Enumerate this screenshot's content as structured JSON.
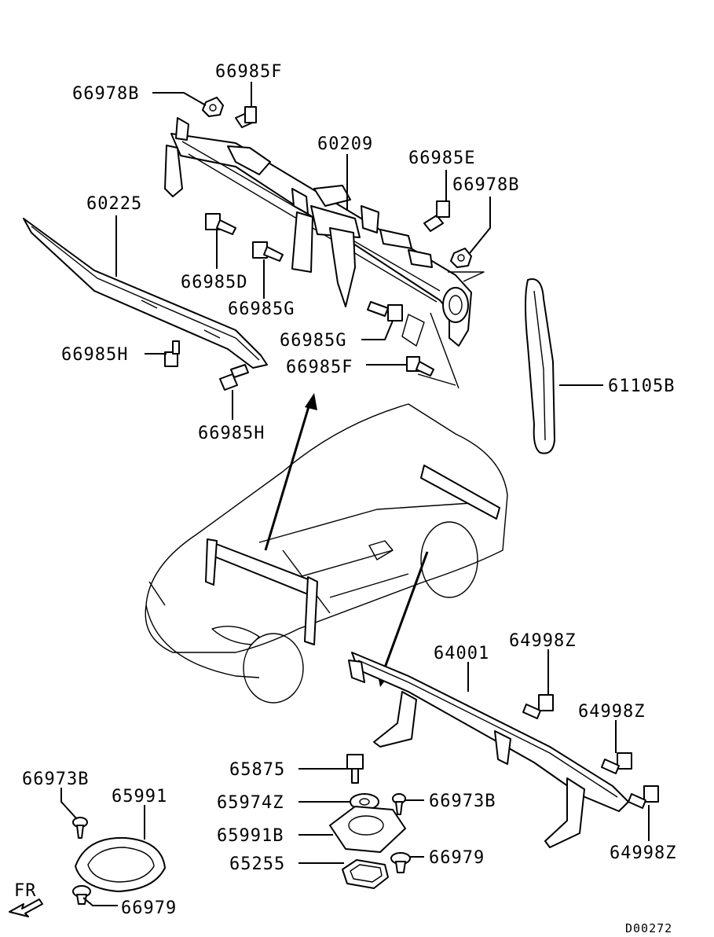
{
  "diagram": {
    "part_labels": [
      "66985F",
      "66978B",
      "60209",
      "66985E",
      "66978B",
      "60225",
      "66985D",
      "66985G",
      "66985G",
      "66985H",
      "66985F",
      "66985H",
      "61105B",
      "64001",
      "64998Z",
      "64998Z",
      "65875",
      "65974Z",
      "66973B",
      "65991B",
      "66979",
      "65255",
      "64998Z",
      "66973B",
      "65991",
      "66979"
    ],
    "orientation": "FR",
    "drawing_number": "D00272"
  }
}
